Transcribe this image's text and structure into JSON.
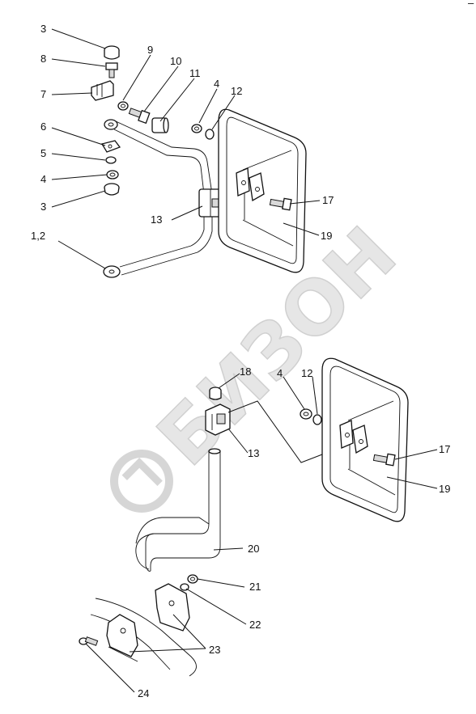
{
  "watermark": {
    "text": "БИЗОН"
  },
  "top_corner_mark": "–",
  "callouts": {
    "c_3_top": "3",
    "c_8": "8",
    "c_7": "7",
    "c_9": "9",
    "c_10": "10",
    "c_11": "11",
    "c_4_top": "4",
    "c_12_top": "12",
    "c_6": "6",
    "c_5": "5",
    "c_4_left": "4",
    "c_3_left": "3",
    "c_13_top": "13",
    "c_17_top": "17",
    "c_1_2": "1,2",
    "c_19_top": "19",
    "c_18": "18",
    "c_4_bottom": "4",
    "c_12_bottom": "12",
    "c_13_bottom": "13",
    "c_17_bottom": "17",
    "c_19_bottom": "19",
    "c_20": "20",
    "c_21": "21",
    "c_22": "22",
    "c_23": "23",
    "c_24": "24"
  }
}
